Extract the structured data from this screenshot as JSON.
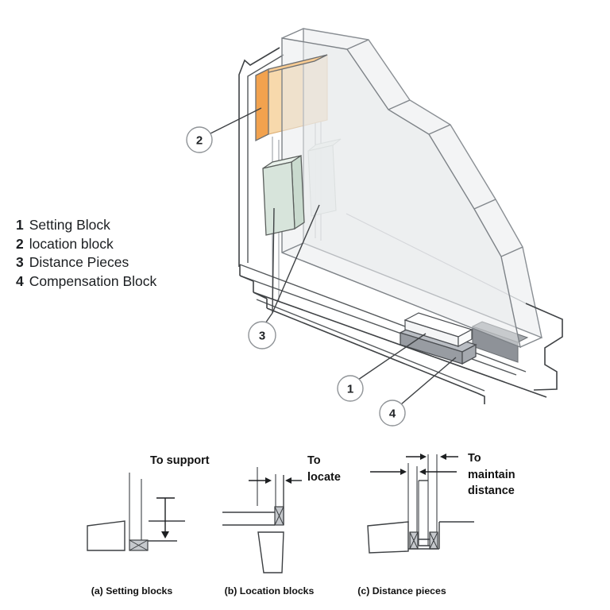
{
  "figure": {
    "legend": {
      "items": [
        {
          "number": "1",
          "label": "Setting Block"
        },
        {
          "number": "2",
          "label": "location block"
        },
        {
          "number": "3",
          "label": "Distance Pieces"
        },
        {
          "number": "4",
          "label": "Compensation Block"
        }
      ]
    },
    "callouts": {
      "c1": {
        "number": "1"
      },
      "c2": {
        "number": "2"
      },
      "c3": {
        "number": "3"
      },
      "c4": {
        "number": "4"
      }
    },
    "details": {
      "a": {
        "purpose_lines": [
          "To support"
        ],
        "caption": "(a) Setting blocks"
      },
      "b": {
        "purpose_lines": [
          "To",
          "locate"
        ],
        "caption": "(b) Location blocks"
      },
      "c": {
        "purpose_lines": [
          "To",
          "maintain",
          "distance"
        ],
        "caption": "(c) Distance pieces"
      }
    },
    "colors": {
      "location_block": "#F2A24E",
      "location_block_top": "#F8CB92",
      "location_block_faded": "#F7D9AC",
      "distance_piece": "#D7E4DB",
      "distance_piece_top": "#E9F1EB",
      "distance_piece_side": "#C9DACE",
      "compensation_block": "#989CA2",
      "compensation_block_top": "#B9BDC3",
      "glass": "#E8EAEC"
    }
  }
}
